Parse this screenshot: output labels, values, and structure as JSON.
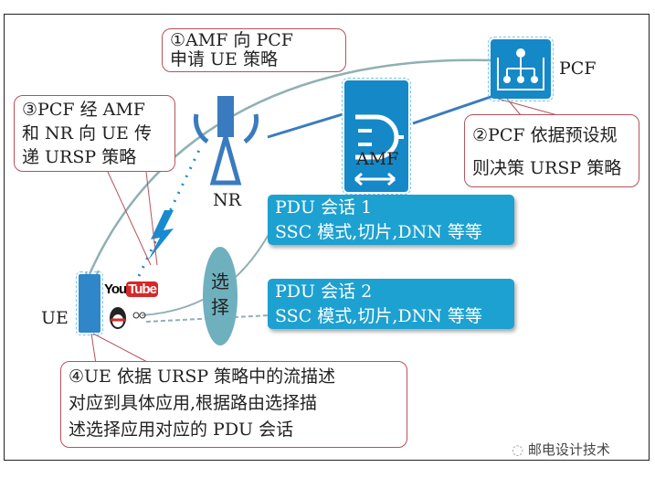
{
  "callouts": {
    "step1": [
      "①AMF 向 PCF",
      "申请 UE 策略"
    ],
    "step2": [
      "②PCF 依据预设规",
      "则决策 URSP 策略"
    ],
    "step3": [
      "③PCF 经 AMF",
      "和 NR 向 UE 传",
      "递 URSP 策略"
    ],
    "step4": [
      "④UE 依据 URSP 策略中的流描述",
      "对应到具体应用,根据路由选择描",
      "述选择应用对应的 PDU 会话"
    ]
  },
  "nodes": {
    "amf": "AMF",
    "pcf": "PCF",
    "nr": "NR",
    "ue": "UE"
  },
  "pdu_sessions": [
    {
      "title": "PDU 会话 1",
      "detail": "SSC 模式,切片,DNN 等等"
    },
    {
      "title": "PDU 会话 2",
      "detail": "SSC 模式,切片,DNN 等等"
    }
  ],
  "selector": [
    "选",
    "择"
  ],
  "apps": {
    "youtube": [
      "You",
      "Tube"
    ]
  },
  "watermark": "邮电设计技术",
  "colors": {
    "icon_blue": "#1588c8",
    "pdu_blue": "#1da1d0",
    "callout_border": "#b5525a",
    "ellipse": "#6fb0be"
  }
}
